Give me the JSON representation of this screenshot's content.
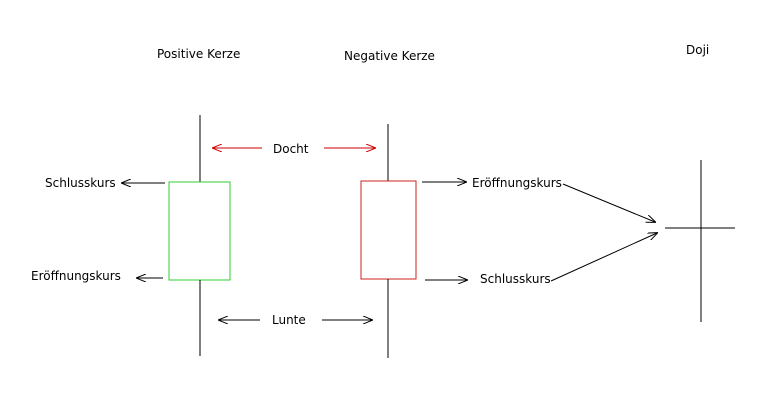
{
  "titles": {
    "positive": "Positive Kerze",
    "negative": "Negative Kerze",
    "doji": "Doji"
  },
  "labels": {
    "docht": "Docht",
    "lunte": "Lunte",
    "close_positive": "Schlusskurs",
    "open_positive": "Eröffnungskurs",
    "open_negative": "Eröffnungskurs",
    "close_negative": "Schlusskurs"
  },
  "colors": {
    "positive_body": "#33cc33",
    "negative_body": "#cc2222",
    "wick_arrow": "#cc0000",
    "line": "#000000"
  }
}
